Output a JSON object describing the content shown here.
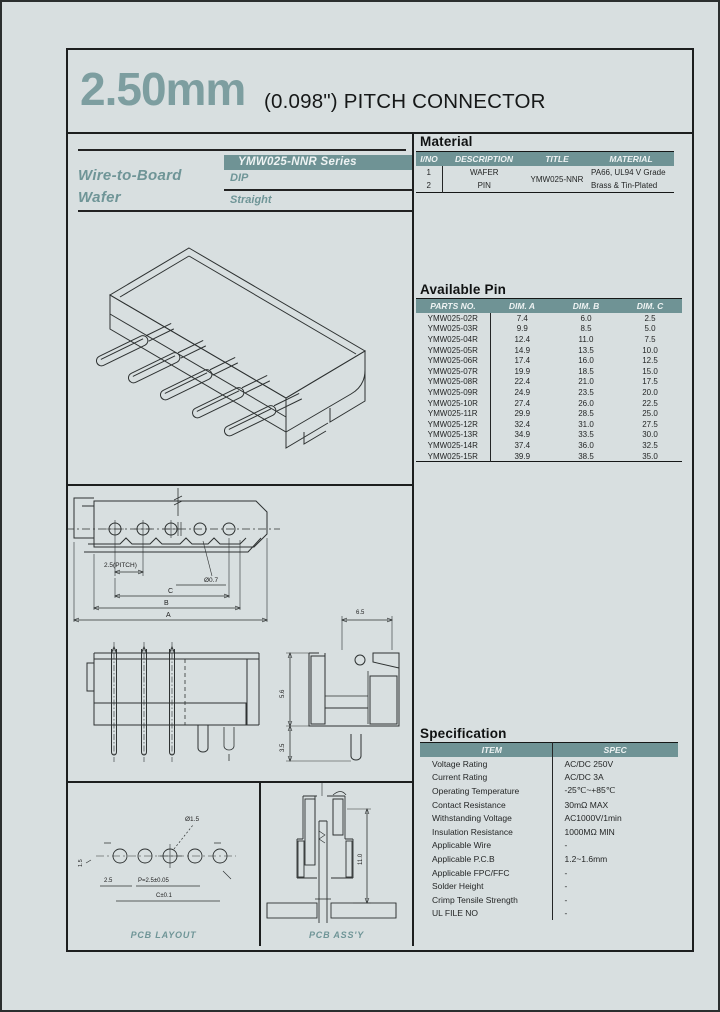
{
  "header": {
    "title_primary": "2.50mm",
    "title_secondary": "(0.098\") PITCH CONNECTOR"
  },
  "series_panel": {
    "family_line1": "Wire-to-Board",
    "family_line2": "Wafer",
    "series_name": "YMW025-NNR Series",
    "mounting": "DIP",
    "orientation": "Straight"
  },
  "material": {
    "heading": "Material",
    "col_no": "I/NO",
    "col_description": "DESCRIPTION",
    "col_title": "TITLE",
    "col_material": "MATERIAL",
    "shared_title": "YMW025-NNR",
    "rows": [
      {
        "no": "1",
        "description": "WAFER",
        "material": "PA66, UL94 V Grade"
      },
      {
        "no": "2",
        "description": "PIN",
        "material": "Brass & Tin-Plated"
      }
    ]
  },
  "available_pin": {
    "heading": "Available Pin",
    "headers": [
      "PARTS NO.",
      "DIM. A",
      "DIM. B",
      "DIM. C"
    ],
    "rows": [
      [
        "YMW025-02R",
        "7.4",
        "6.0",
        "2.5"
      ],
      [
        "YMW025-03R",
        "9.9",
        "8.5",
        "5.0"
      ],
      [
        "YMW025-04R",
        "12.4",
        "11.0",
        "7.5"
      ],
      [
        "YMW025-05R",
        "14.9",
        "13.5",
        "10.0"
      ],
      [
        "YMW025-06R",
        "17.4",
        "16.0",
        "12.5"
      ],
      [
        "YMW025-07R",
        "19.9",
        "18.5",
        "15.0"
      ],
      [
        "YMW025-08R",
        "22.4",
        "21.0",
        "17.5"
      ],
      [
        "YMW025-09R",
        "24.9",
        "23.5",
        "20.0"
      ],
      [
        "YMW025-10R",
        "27.4",
        "26.0",
        "22.5"
      ],
      [
        "YMW025-11R",
        "29.9",
        "28.5",
        "25.0"
      ],
      [
        "YMW025-12R",
        "32.4",
        "31.0",
        "27.5"
      ],
      [
        "YMW025-13R",
        "34.9",
        "33.5",
        "30.0"
      ],
      [
        "YMW025-14R",
        "37.4",
        "36.0",
        "32.5"
      ],
      [
        "YMW025-15R",
        "39.9",
        "38.5",
        "35.0"
      ]
    ]
  },
  "specification": {
    "heading": "Specification",
    "col_item": "ITEM",
    "col_spec": "SPEC",
    "rows": [
      [
        "Voltage Rating",
        "AC/DC 250V"
      ],
      [
        "Current Rating",
        "AC/DC 3A"
      ],
      [
        "Operating Temperature",
        "-25℃~+85℃"
      ],
      [
        "Contact Resistance",
        "30mΩ MAX"
      ],
      [
        "Withstanding Voltage",
        "AC1000V/1min"
      ],
      [
        "Insulation Resistance",
        "1000MΩ MIN"
      ],
      [
        "Applicable Wire",
        "-"
      ],
      [
        "Applicable P.C.B",
        "1.2~1.6mm"
      ],
      [
        "Applicable FPC/FFC",
        "-"
      ],
      [
        "Solder Height",
        "-"
      ],
      [
        "Crimp Tensile Strength",
        "-"
      ],
      [
        "UL FILE NO",
        "-"
      ]
    ]
  },
  "drawings": {
    "top_view": {
      "pitch_label": "2.5(PITCH)",
      "hole_label": "Ø0.7",
      "dim_c": "C",
      "dim_b": "B",
      "dim_a": "A",
      "side_width": "6.5"
    },
    "front_view": {
      "body_height": "5.6",
      "pin_length": "3.5"
    },
    "pcb_layout": {
      "caption": "PCB LAYOUT",
      "hole_label": "Ø1.5",
      "pad_label": "1.5",
      "pitch": "2.5",
      "pitch_tol": "P=2.5±0.05",
      "row_dim": "C±0.1"
    },
    "pcb_assy": {
      "caption": "PCB ASS'Y",
      "height": "11.0"
    }
  }
}
